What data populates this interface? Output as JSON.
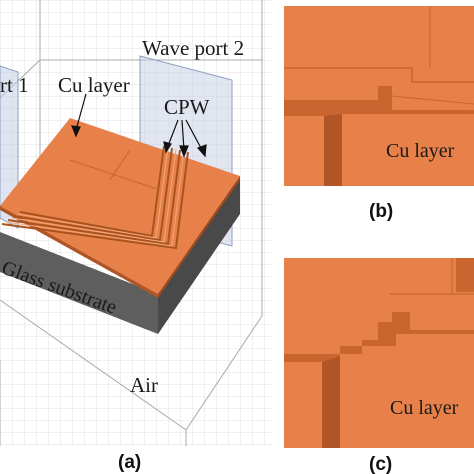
{
  "panel_a": {
    "caption": "(a)",
    "labels": {
      "wave_port_1": "rt 1",
      "wave_port_2": "Wave port 2",
      "cu_layer": "Cu layer",
      "cpw": "CPW",
      "glass_substrate": "Glass substrate",
      "air": "Air"
    }
  },
  "panel_b": {
    "caption": "(b)",
    "label": "Cu layer"
  },
  "panel_c": {
    "caption": "(c)",
    "label": "Cu layer"
  },
  "colors": {
    "copper": "#e8804a",
    "copper_dark": "#c9652f",
    "copper_side": "#b25526",
    "glass_top": "#8f8f8f",
    "glass_front": "#5e5e5e",
    "glass_side": "#494949",
    "grid": "#cccccc",
    "port": "#c8d2e6"
  }
}
